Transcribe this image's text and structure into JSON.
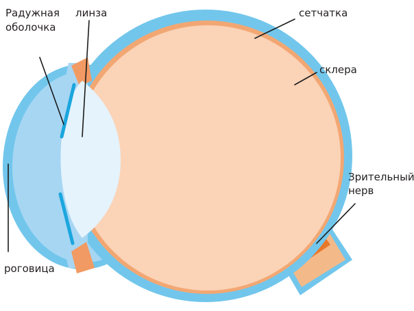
{
  "labels": {
    "iris_line1": "Радужная",
    "iris_line2": "оболочка",
    "lens": "линза",
    "retina": "сетчатка",
    "sclera": "склера",
    "optic_nerve_line1": "Зрительный",
    "optic_nerve_line2": "нерв",
    "cornea": "роговица"
  },
  "colors": {
    "sclera": "#72c6ec",
    "cornea": "#a7d6f3",
    "retina": "#f2a773",
    "vitreous": "#fbd3b7",
    "lens": "#e5f3fc",
    "iris": "#1ba6de",
    "ciliary": "#f29a63",
    "nerve_core": "#e8782a",
    "nerve_sheath": "#f4b988"
  }
}
